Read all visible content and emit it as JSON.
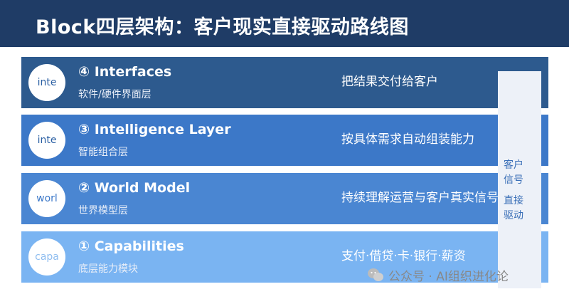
{
  "header": {
    "title": "Block四层架构：客户现实直接驱动路线图"
  },
  "layers": [
    {
      "icon_text": "inte",
      "name": "④ Interfaces",
      "sub": "软件/硬件界面层",
      "desc": "把结果交付给客户"
    },
    {
      "icon_text": "inte",
      "name": "③ Intelligence Layer",
      "sub": "智能组合层",
      "desc": "按具体需求自动组装能力"
    },
    {
      "icon_text": "worl",
      "name": "② World Model",
      "sub": "世界模型层",
      "desc": "持续理解运营与客户真实信号"
    },
    {
      "icon_text": "capa",
      "name": "① Capabilities",
      "sub": "底层能力模块",
      "desc": "支付·借贷·卡·银行·薪资"
    }
  ],
  "side_panel": {
    "label_1": [
      "客户",
      "信号"
    ],
    "label_2": [
      "直接",
      "驱动"
    ]
  },
  "watermark": {
    "text": "公众号 · AI组织进化论"
  },
  "colors": {
    "header": "#1f3c66",
    "layer_4": "#2d5a8e",
    "layer_3": "#3c78c8",
    "layer_2": "#4a86d2",
    "layer_1": "#7ab4f2",
    "side_panel": "#edf1f8",
    "side_text": "#3a6fb7"
  }
}
